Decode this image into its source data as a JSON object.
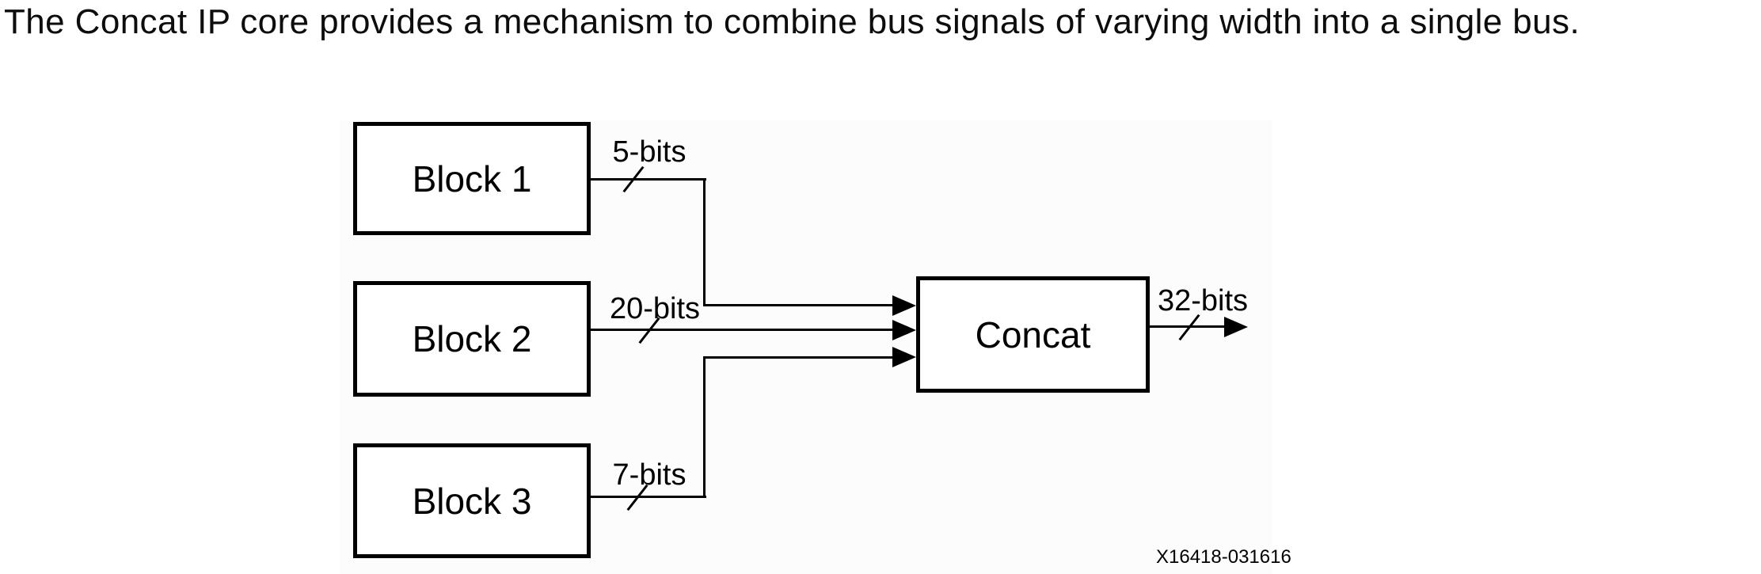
{
  "page": {
    "title": "The Concat IP core provides a mechanism to combine bus signals of varying width into a single bus.",
    "figure_id": "X16418-031616"
  },
  "diagram": {
    "blocks": [
      {
        "label": "Block 1"
      },
      {
        "label": "Block 2"
      },
      {
        "label": "Block 3"
      },
      {
        "label": "Concat"
      }
    ],
    "buses": [
      {
        "from": "Block 1",
        "to": "Concat",
        "width_label": "5-bits"
      },
      {
        "from": "Block 2",
        "to": "Concat",
        "width_label": "20-bits"
      },
      {
        "from": "Block 3",
        "to": "Concat",
        "width_label": "7-bits"
      },
      {
        "from": "Concat",
        "to": "output",
        "width_label": "32-bits"
      }
    ],
    "colors": {
      "line": "#000000",
      "box_border": "#000000",
      "box_fill": "#ffffff",
      "text": "#000000",
      "figure_background": "#fcfcfc"
    }
  }
}
